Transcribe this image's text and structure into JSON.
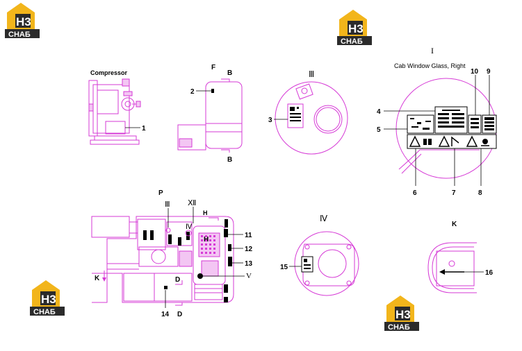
{
  "logo": {
    "top": "H3",
    "bottom": "CHAБ",
    "colors": {
      "yellow": "#f2b51b",
      "dark": "#2b2b2b",
      "white": "#ffffff"
    }
  },
  "colors": {
    "line": "#d63ad6",
    "fill": "#f3c6f3",
    "ink": "#000000"
  },
  "views": {
    "compressor": {
      "title": "Compressor",
      "callouts": [
        "1"
      ]
    },
    "f": {
      "title": "F",
      "section_top": "B",
      "section_bottom": "B",
      "callouts": [
        "2"
      ]
    },
    "iii": {
      "title": "Ⅲ",
      "callouts": [
        "3"
      ]
    },
    "i": {
      "title": "I",
      "subtitle": "Cab Window Glass, Right",
      "callouts": [
        "4",
        "5",
        "6",
        "7",
        "8",
        "9",
        "10"
      ]
    },
    "p": {
      "title": "P",
      "marks": [
        "Ⅲ",
        "Ⅻ",
        "Ⅳ",
        "H",
        "H",
        "V",
        "K",
        "D",
        "D"
      ],
      "callouts": [
        "11",
        "12",
        "13",
        "14"
      ]
    },
    "iv": {
      "title": "Ⅳ",
      "callouts": [
        "15"
      ]
    },
    "k": {
      "title": "K",
      "callouts": [
        "16"
      ]
    }
  }
}
